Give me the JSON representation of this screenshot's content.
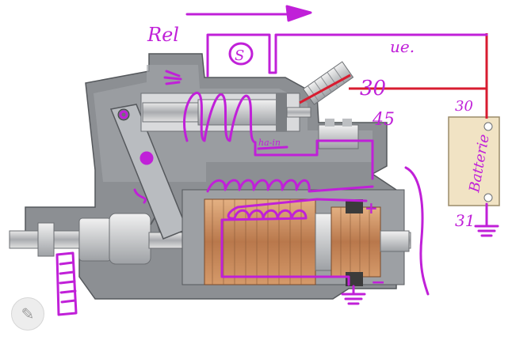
{
  "annotations": {
    "rel_label": "Rel",
    "s_label": "S",
    "ue_label": "ue.",
    "t30_top": "30",
    "t45": "45",
    "t30_battery": "30",
    "t31": "31",
    "battery_label": "Batterie",
    "plus_sign": "+",
    "minus_sign": "−",
    "coil_label": "ha-in"
  },
  "colors": {
    "annotation": "#c020d8",
    "wire": "#d81c30",
    "housing": "#8c8f93",
    "armature": "#c9885a",
    "battery": "#f1e3c4"
  },
  "icons": {
    "play_overlay": "pencil-icon"
  }
}
